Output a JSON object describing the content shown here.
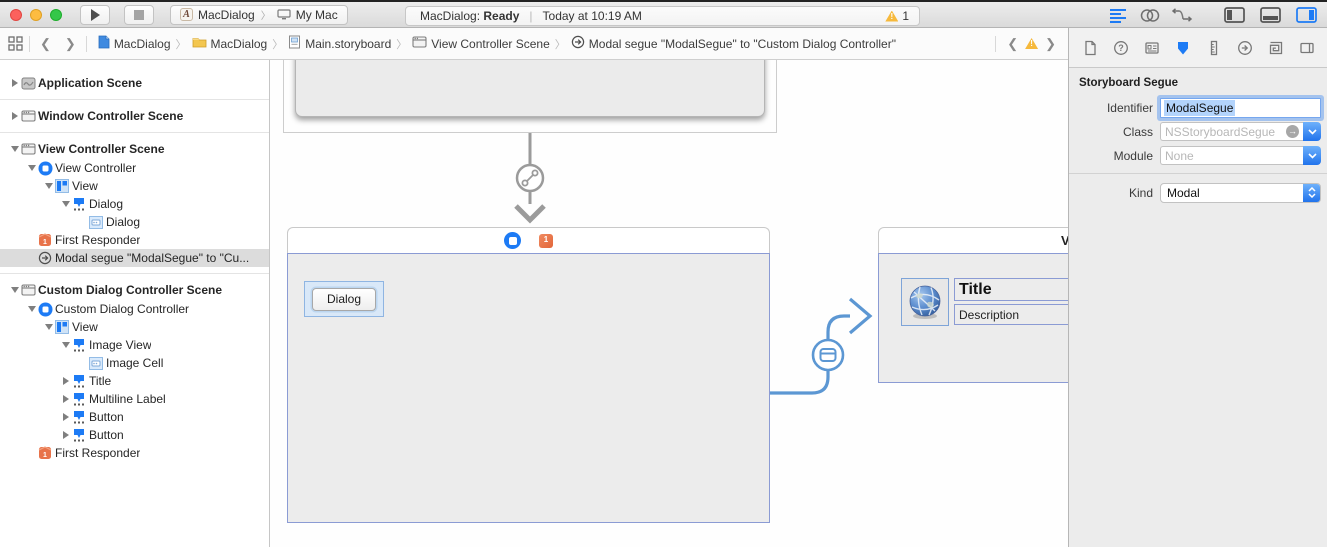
{
  "colors": {
    "accent": "#1d7bf5",
    "segue_blue": "#5c97d3",
    "warning": "#f6b93c",
    "responder_orange": "#e8734a",
    "selection_gray": "#dcdcdc"
  },
  "toolbar": {
    "scheme": {
      "project": "MacDialog",
      "destination": "My Mac"
    },
    "status": {
      "app": "MacDialog:",
      "state": "Ready",
      "divider": "|",
      "time": "Today at 10:19 AM",
      "warning_count": "1"
    },
    "editor_buttons": [
      {
        "name": "standard-editor-button",
        "active": true
      },
      {
        "name": "assistant-editor-button",
        "active": false
      },
      {
        "name": "version-editor-button",
        "active": false
      }
    ],
    "panel_toggles": [
      {
        "name": "navigator-toggle",
        "icon": "left-panel-icon",
        "color": "#555555"
      },
      {
        "name": "debug-area-toggle",
        "icon": "bottom-panel-icon",
        "color": "#555555"
      },
      {
        "name": "inspector-toggle",
        "icon": "right-panel-icon",
        "color": "#1d7bf5"
      }
    ]
  },
  "jumpbar": {
    "separator": "〉",
    "crumbs": [
      {
        "label": "MacDialog",
        "icon": "project"
      },
      {
        "label": "MacDialog",
        "icon": "folder"
      },
      {
        "label": "Main.storyboard",
        "icon": "storyboard"
      },
      {
        "label": "View Controller Scene",
        "icon": "scene"
      },
      {
        "label": "Modal segue \"ModalSegue\" to \"Custom Dialog Controller\"",
        "icon": "segue"
      }
    ]
  },
  "outline": {
    "rows": [
      {
        "label": "Application Scene",
        "icon": "app",
        "indent": 0,
        "disc": "collapsed",
        "header": true
      },
      {
        "sep": true
      },
      {
        "label": "Window Controller Scene",
        "icon": "window",
        "indent": 0,
        "disc": "collapsed",
        "header": true
      },
      {
        "sep": true
      },
      {
        "label": "View Controller Scene",
        "icon": "window",
        "indent": 0,
        "disc": "expanded",
        "header": true
      },
      {
        "label": "View Controller",
        "icon": "vc",
        "indent": 1,
        "disc": "expanded"
      },
      {
        "label": "View",
        "icon": "view",
        "indent": 2,
        "disc": "expanded"
      },
      {
        "label": "Dialog",
        "icon": "control",
        "indent": 3,
        "disc": "expanded"
      },
      {
        "label": "Dialog",
        "icon": "cell",
        "indent": 4
      },
      {
        "label": "First Responder",
        "icon": "responder",
        "indent": 1
      },
      {
        "label": "Modal segue \"ModalSegue\" to \"Cu...",
        "icon": "segue",
        "indent": 1,
        "selected": true
      },
      {
        "sep": true
      },
      {
        "label": "Custom Dialog Controller Scene",
        "icon": "window",
        "indent": 0,
        "disc": "expanded",
        "header": true
      },
      {
        "label": "Custom Dialog Controller",
        "icon": "vc",
        "indent": 1,
        "disc": "expanded"
      },
      {
        "label": "View",
        "icon": "view",
        "indent": 2,
        "disc": "expanded"
      },
      {
        "label": "Image View",
        "icon": "control",
        "indent": 3,
        "disc": "expanded"
      },
      {
        "label": "Image Cell",
        "icon": "cell",
        "indent": 4
      },
      {
        "label": "Title",
        "icon": "control",
        "indent": 3,
        "disc": "collapsed"
      },
      {
        "label": "Multiline Label",
        "icon": "control",
        "indent": 3,
        "disc": "collapsed"
      },
      {
        "label": "Button",
        "icon": "control",
        "indent": 3,
        "disc": "collapsed"
      },
      {
        "label": "Button",
        "icon": "control",
        "indent": 3,
        "disc": "collapsed"
      },
      {
        "label": "First Responder",
        "icon": "responder",
        "indent": 1
      }
    ]
  },
  "canvas": {
    "dialog_button_label": "Dialog",
    "right_vc_header_visible": "V",
    "title_label": "Title",
    "description_label": "Description"
  },
  "inspector": {
    "tabs": [
      {
        "name": "file-inspector",
        "selected": false
      },
      {
        "name": "quick-help-inspector",
        "selected": false
      },
      {
        "name": "identity-inspector",
        "selected": false
      },
      {
        "name": "attributes-inspector",
        "selected": true
      },
      {
        "name": "size-inspector",
        "selected": false
      },
      {
        "name": "connections-inspector",
        "selected": false
      },
      {
        "name": "bindings-inspector",
        "selected": false
      },
      {
        "name": "view-effects-inspector",
        "selected": false
      }
    ],
    "panel_title": "Storyboard Segue",
    "fields": [
      {
        "label": "Identifier",
        "value": "ModalSegue",
        "type": "text_selected"
      },
      {
        "label": "Class",
        "value": "NSStoryboardSegue",
        "type": "combo_badge"
      },
      {
        "label": "Module",
        "value": "None",
        "type": "combo"
      },
      {
        "label": "Kind",
        "value": "Modal",
        "type": "popup",
        "divider_before": true
      }
    ]
  }
}
